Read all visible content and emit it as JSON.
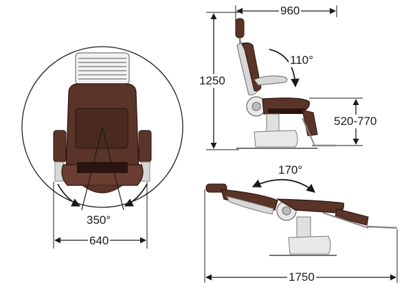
{
  "dimensions": {
    "depth": "960",
    "height": "1250",
    "backrest_angle": "110°",
    "seat_height": "520-770",
    "recline_angle": "170°",
    "rotation": "350°",
    "width": "640",
    "length": "1750"
  },
  "colors": {
    "upholstery": "#5a3428",
    "upholstery_dark": "#3a1e16",
    "upholstery_light": "#7a4a3a",
    "metal": "#d8d8d8",
    "metal_dark": "#9a9a9a",
    "line": "#1a1a1a",
    "background": "#ffffff"
  }
}
